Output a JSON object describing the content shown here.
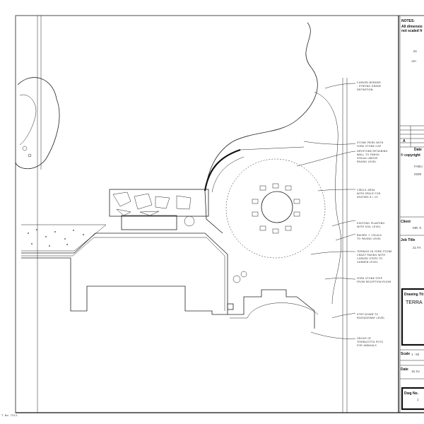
{
  "annotations": [
    {
      "lines": [
        "CURVED BORDER",
        "- STRONG GRADE",
        "DEFINITION"
      ]
    },
    {
      "lines": [
        "STONE PIERS WITH",
        "YORK STONE CAP"
      ]
    },
    {
      "lines": [
        "DRYSTONE RETAINING",
        "WALL TO FINISH",
        "450mm ABOVE",
        "PAVING LEVEL"
      ]
    },
    {
      "lines": [
        "CIRCLE AREA",
        "WITH SPACE FOR",
        "SEATING 8 / 10"
      ]
    },
    {
      "lines": [
        "EXISTING PLANTING",
        "WITH SOIL LEVEL"
      ]
    },
    {
      "lines": [
        "RAISED + 150mm",
        "TO PAVING LEVEL"
      ]
    },
    {
      "lines": [
        "TERRACE IN YORK STONE",
        "CRAZY PAVING WITH",
        "CURVED STEPS TO",
        "GARDEN LEVEL"
      ]
    },
    {
      "lines": [
        "YORK STONE STEP",
        "FROM RECEPTION ROOM"
      ]
    },
    {
      "lines": [
        "STEP DOWN TO",
        "PASSAGEWAY LEVEL"
      ]
    },
    {
      "lines": [
        "GROUP OF",
        "TERRACOTTA POTS",
        "FOR ANNUALS"
      ]
    }
  ],
  "footer_ref": "T. No. 7312.",
  "title_block": {
    "notes_label": "NOTES:",
    "notes_text_1": "All dimensio",
    "notes_text_2": "not scaled fr",
    "revision_letter": "A",
    "revision_date_label": "Date",
    "copyright": "© copyright",
    "company_line_1": "FABU",
    "company_line_2": "0208",
    "client_label": "Client",
    "client_value": "MR. K",
    "job_title_label": "Job Title",
    "job_title_value": "21 FA",
    "drawing_title_label": "Drawing Tit",
    "drawing_title_value": "TERRA",
    "scale_label": "Scale",
    "scale_value": "1 : 50",
    "date_label": "Date",
    "date_value": "15 JU",
    "dwg_no_label": "Dwg No.",
    "dwg_no_value": "1"
  }
}
